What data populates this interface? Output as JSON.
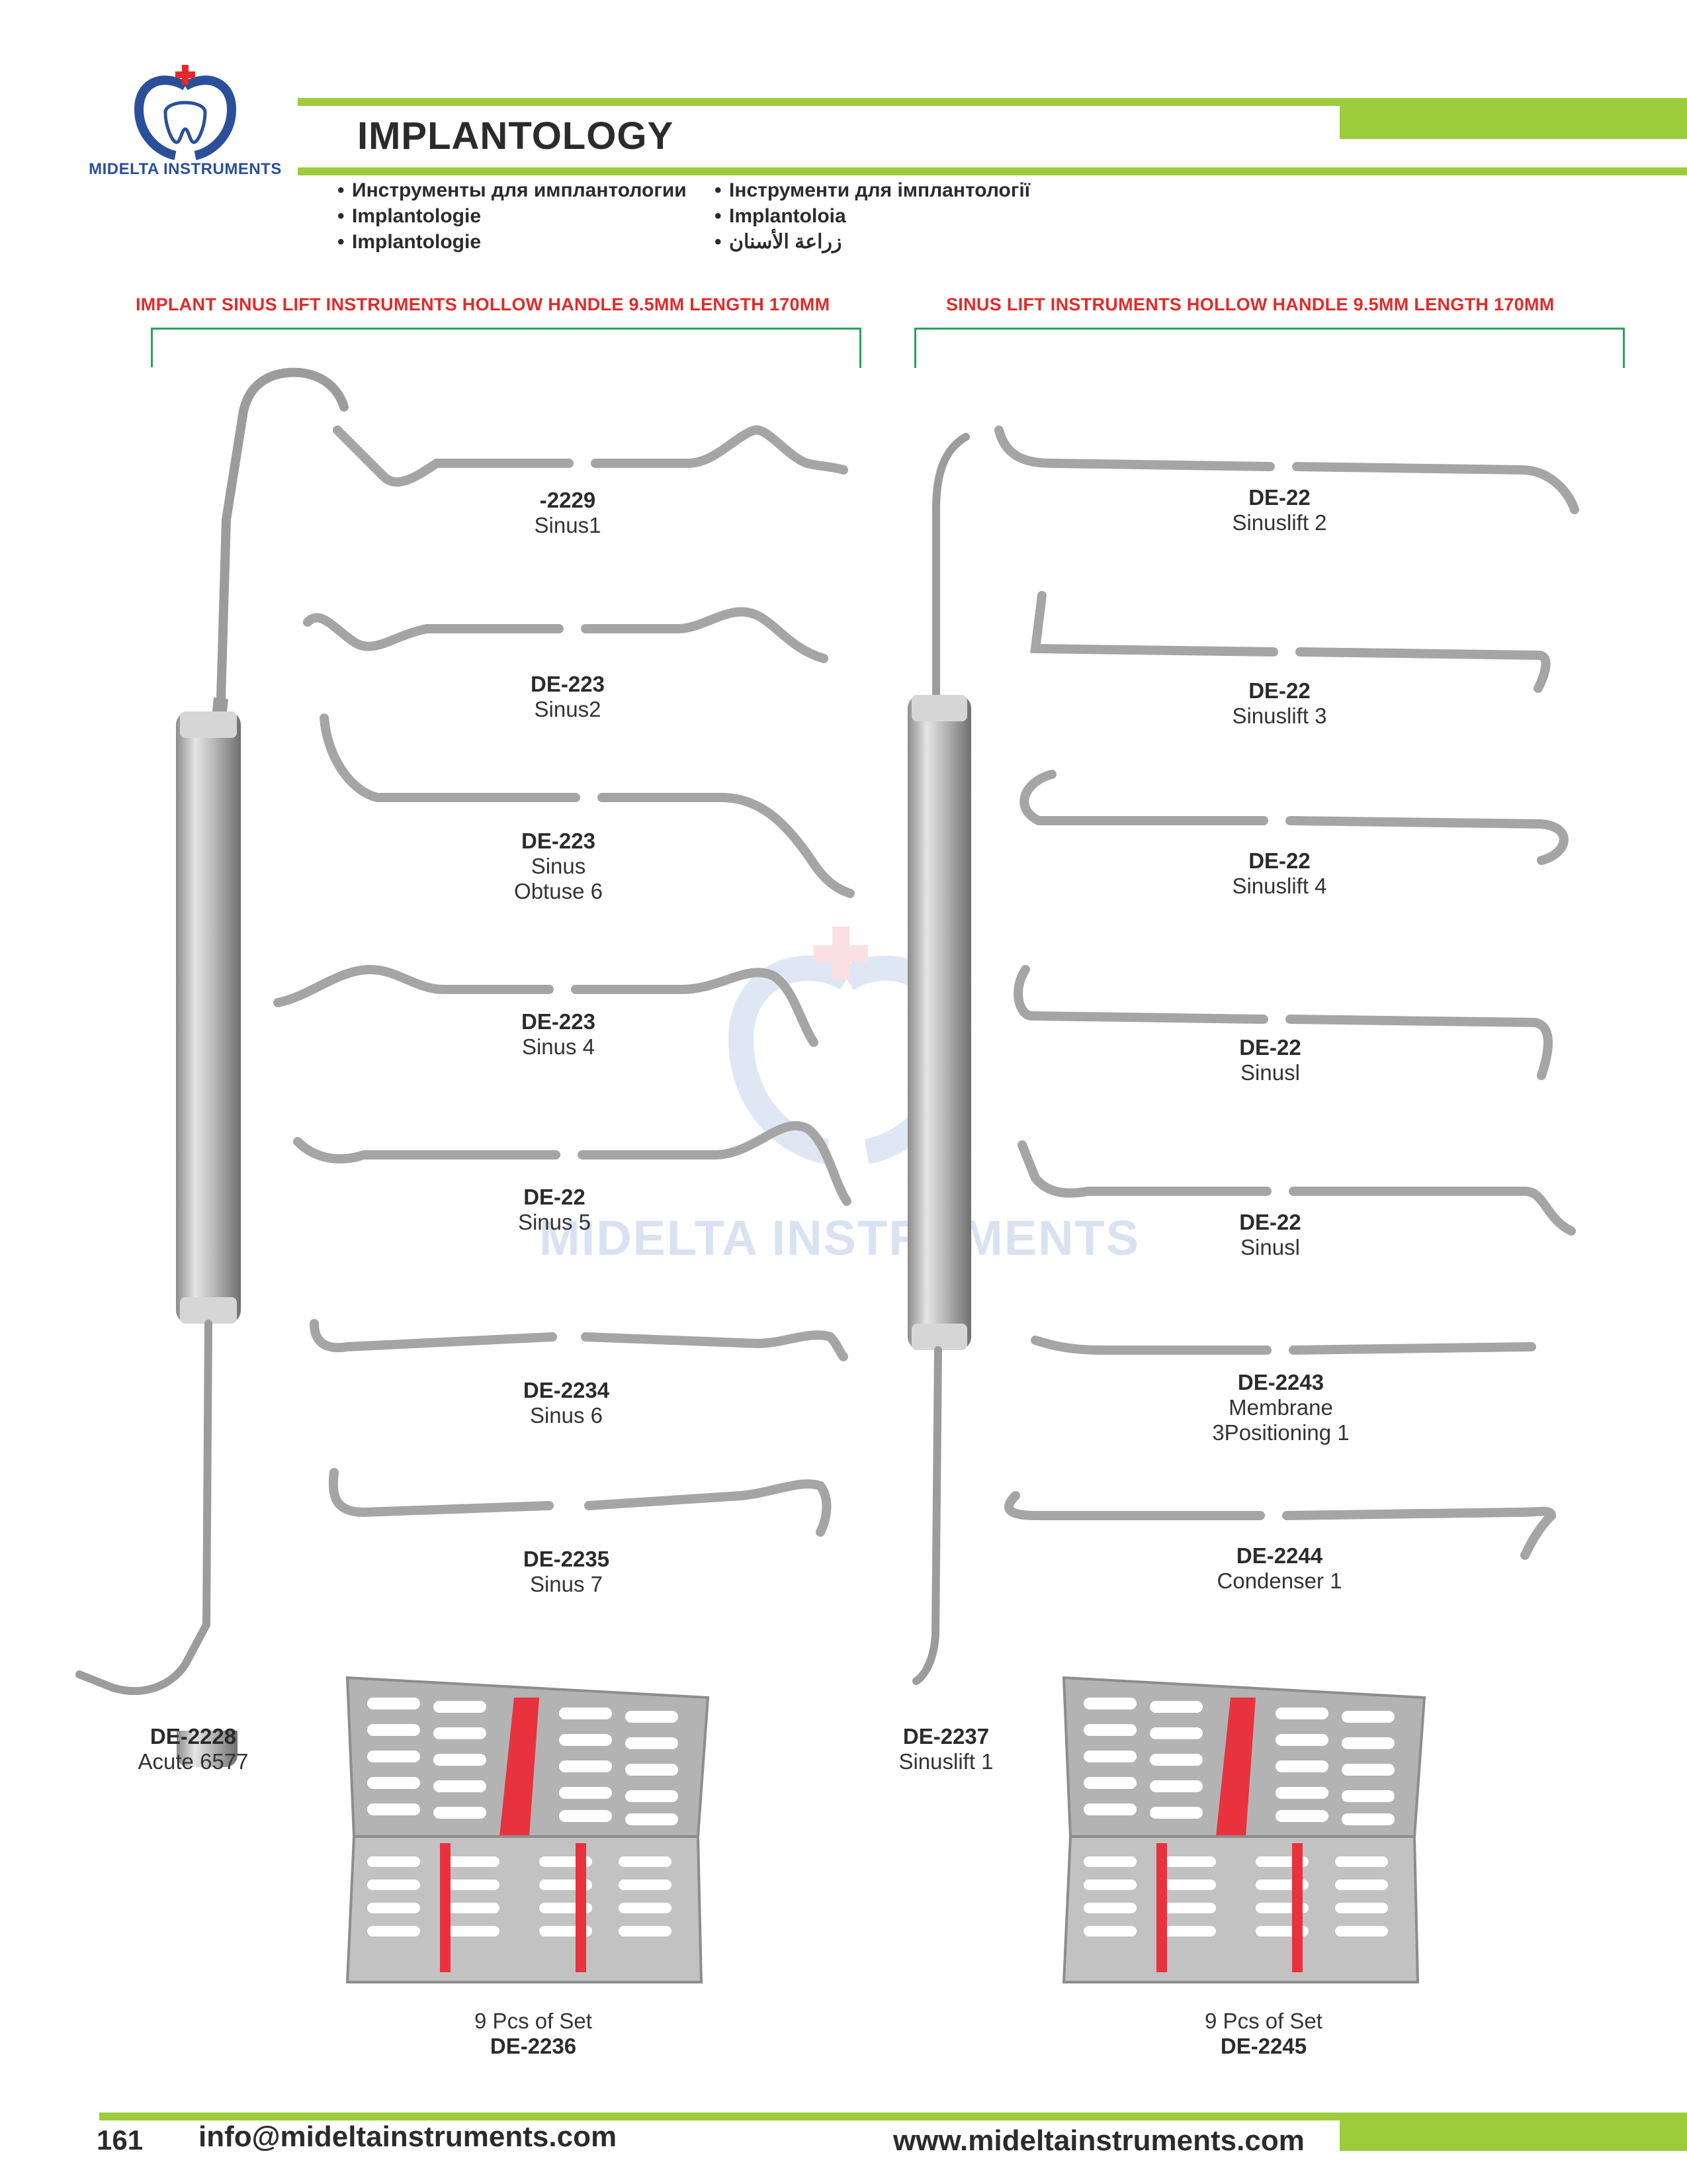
{
  "brand": {
    "name": "MIDELTA INSTRUMENTS",
    "logo_icon": "tooth-swans-logo-icon",
    "colors": {
      "blue": "#2b4f9a",
      "red": "#e32a2a",
      "green": "#9ccc3c"
    }
  },
  "page": {
    "title": "IMPLANTOLOGY",
    "number": "161"
  },
  "languages": {
    "left": [
      "Инструменты для имплантологии",
      "Implantologie",
      "Implantologie"
    ],
    "right": [
      "Інструменти для імплантології",
      "Implantoloia",
      "زراعة الأسنان"
    ]
  },
  "sections": {
    "left": "IMPLANT SINUS LIFT INSTRUMENTS HOLLOW HANDLE 9.5MM LENGTH 170MM",
    "right": "SINUS LIFT INSTRUMENTS HOLLOW HANDLE 9.5MM LENGTH 170MM"
  },
  "left_items": [
    {
      "code": "-2229",
      "name": "Sinus1"
    },
    {
      "code": "DE-223",
      "name": "Sinus2"
    },
    {
      "code": "DE-223",
      "name": "Sinus",
      "name2": "Obtuse 6"
    },
    {
      "code": "DE-223",
      "name": "Sinus 4"
    },
    {
      "code": "DE-22",
      "name": "Sinus 5"
    },
    {
      "code": "DE-2234",
      "name": "Sinus 6"
    },
    {
      "code": "DE-2235",
      "name": "Sinus 7"
    }
  ],
  "right_items": [
    {
      "code": "DE-22",
      "name": "Sinuslift 2"
    },
    {
      "code": "DE-22",
      "name": "Sinuslift 3"
    },
    {
      "code": "DE-22",
      "name": "Sinuslift 4"
    },
    {
      "code": "DE-22",
      "name": "Sinusl"
    },
    {
      "code": "DE-22",
      "name": "Sinusl"
    },
    {
      "code": "DE-2243",
      "name": "Membrane",
      "name2": "3Positioning 1"
    },
    {
      "code": "DE-2244",
      "name": "Condenser 1"
    }
  ],
  "large": {
    "left": {
      "code": "DE-2228",
      "name": "Acute 6577"
    },
    "right": {
      "code": "DE-2237",
      "name": "Sinuslift 1"
    }
  },
  "sets": {
    "left": {
      "text": "9 Pcs of Set",
      "code": "DE-2236"
    },
    "right": {
      "text": "9 Pcs of Set",
      "code": "DE-2245"
    }
  },
  "watermark": "MIDELTA INSTRUMENTS",
  "footer": {
    "email": "info@mideltainstruments.com",
    "website": "www.mideltainstruments.com"
  }
}
